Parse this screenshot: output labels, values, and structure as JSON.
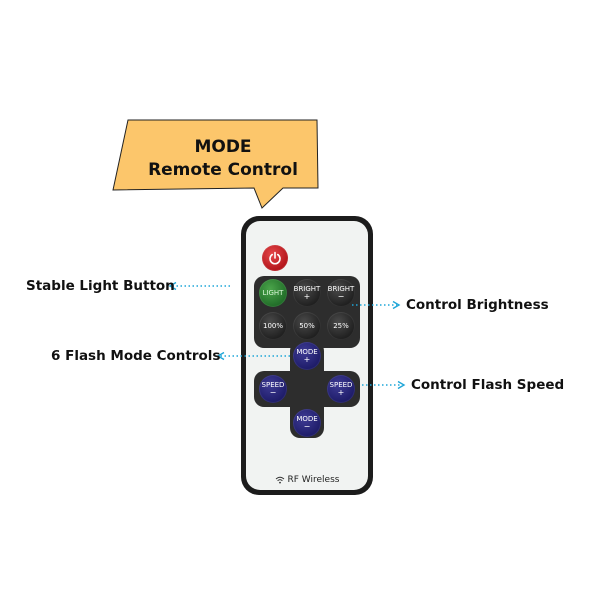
{
  "bubble": {
    "line1": "MODE",
    "line2": "Remote Control",
    "fill_color": "#fcc66b"
  },
  "remote": {
    "power_icon": "power-icon",
    "buttons": {
      "light": "LIGHT",
      "bright_plus": "BRIGHT",
      "bright_plus_sign": "+",
      "bright_minus": "BRIGHT",
      "bright_minus_sign": "−",
      "pct_100": "100%",
      "pct_50": "50%",
      "pct_25": "25%",
      "mode_plus": "MODE",
      "mode_plus_sign": "+",
      "speed_minus": "SPEED",
      "speed_minus_sign": "−",
      "speed_plus": "SPEED",
      "speed_plus_sign": "+",
      "mode_minus": "MODE",
      "mode_minus_sign": "−"
    },
    "brand": "RF Wireless",
    "brand_icon": "wifi-icon"
  },
  "callouts": {
    "stable_light": "Stable Light Button",
    "control_brightness": "Control Brightness",
    "flash_modes": "6 Flash Mode Controls",
    "flash_speed": "Control Flash Speed",
    "arrow_color": "#1fa6d8"
  }
}
